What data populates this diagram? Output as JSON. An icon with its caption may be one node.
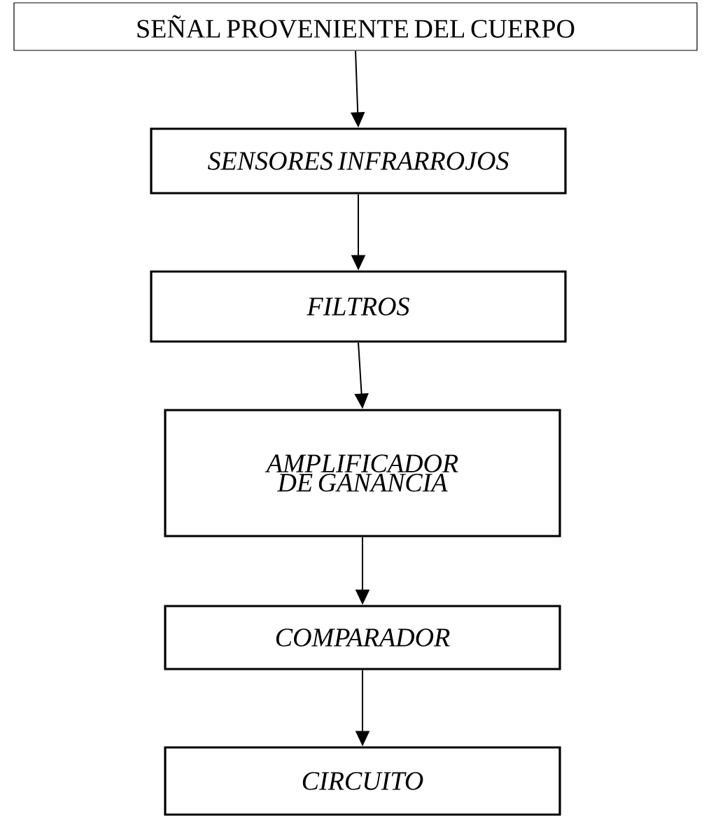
{
  "diagram": {
    "nodes": [
      {
        "text": [
          "SEÑAL PROVENIENTE DEL CUERPO"
        ]
      },
      {
        "text": [
          "SENSORES INFRARROJOS"
        ]
      },
      {
        "text": [
          "FILTROS"
        ]
      },
      {
        "text": [
          "AMPLIFICADOR DE GANANCIA"
        ]
      },
      {
        "text": [
          "COMPARADOR"
        ]
      },
      {
        "text": [
          "CIRCUITO"
        ]
      }
    ],
    "edges": [
      {
        "from": 0,
        "to": 1,
        "arrow": "to"
      },
      {
        "from": 1,
        "to": 2,
        "arrow": "to"
      },
      {
        "from": 2,
        "to": 3,
        "arrow": "to"
      },
      {
        "from": 3,
        "to": 4,
        "arrow": "to"
      },
      {
        "from": 4,
        "to": 5,
        "arrow": "to"
      }
    ]
  }
}
